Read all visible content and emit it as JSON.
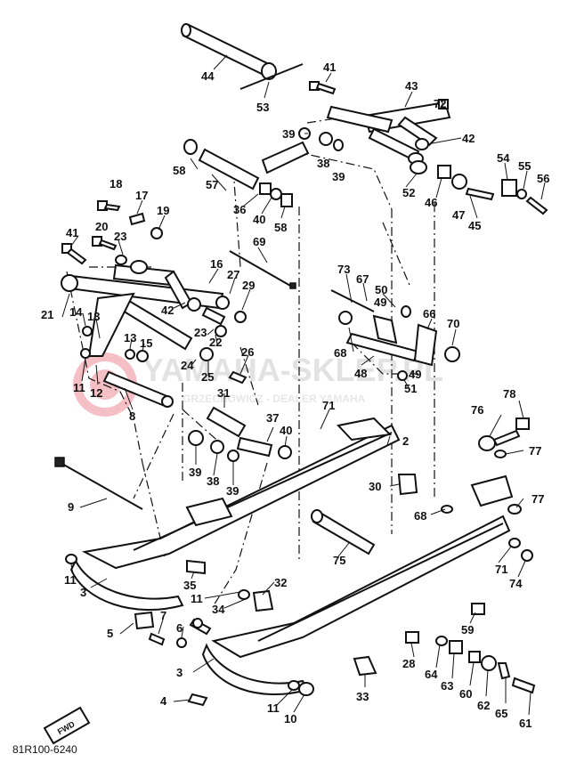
{
  "diagram": {
    "drawing_code": "81R100-6240",
    "watermark": {
      "brand": "YAMAHA-SKLEP.PL",
      "tagline": "GRZECHOWICZ - DEALER YAMAHA"
    },
    "find_badge": "FWD",
    "part_labels": [
      {
        "id": "44",
        "text": "44"
      },
      {
        "id": "53",
        "text": "53"
      },
      {
        "id": "41a",
        "text": "41"
      },
      {
        "id": "43",
        "text": "43"
      },
      {
        "id": "72",
        "text": "72"
      },
      {
        "id": "42a",
        "text": "42"
      },
      {
        "id": "39a",
        "text": "39"
      },
      {
        "id": "38a",
        "text": "38"
      },
      {
        "id": "39b",
        "text": "39"
      },
      {
        "id": "58a",
        "text": "58"
      },
      {
        "id": "57",
        "text": "57"
      },
      {
        "id": "36",
        "text": "36"
      },
      {
        "id": "40a",
        "text": "40"
      },
      {
        "id": "58b",
        "text": "58"
      },
      {
        "id": "52",
        "text": "52"
      },
      {
        "id": "46",
        "text": "46"
      },
      {
        "id": "47",
        "text": "47"
      },
      {
        "id": "45",
        "text": "45"
      },
      {
        "id": "54",
        "text": "54"
      },
      {
        "id": "55",
        "text": "55"
      },
      {
        "id": "56",
        "text": "56"
      },
      {
        "id": "18",
        "text": "18"
      },
      {
        "id": "17",
        "text": "17"
      },
      {
        "id": "19",
        "text": "19"
      },
      {
        "id": "20",
        "text": "20"
      },
      {
        "id": "23a",
        "text": "23"
      },
      {
        "id": "41b",
        "text": "41"
      },
      {
        "id": "69",
        "text": "69"
      },
      {
        "id": "16",
        "text": "16"
      },
      {
        "id": "27",
        "text": "27"
      },
      {
        "id": "29",
        "text": "29"
      },
      {
        "id": "73",
        "text": "73"
      },
      {
        "id": "67",
        "text": "67"
      },
      {
        "id": "50",
        "text": "50"
      },
      {
        "id": "49a",
        "text": "49"
      },
      {
        "id": "66",
        "text": "66"
      },
      {
        "id": "70",
        "text": "70"
      },
      {
        "id": "21",
        "text": "21"
      },
      {
        "id": "14",
        "text": "14"
      },
      {
        "id": "13a",
        "text": "13"
      },
      {
        "id": "42b",
        "text": "42"
      },
      {
        "id": "23b",
        "text": "23"
      },
      {
        "id": "22",
        "text": "22"
      },
      {
        "id": "26",
        "text": "26"
      },
      {
        "id": "68a",
        "text": "68"
      },
      {
        "id": "48",
        "text": "48"
      },
      {
        "id": "49b",
        "text": "49"
      },
      {
        "id": "51",
        "text": "51"
      },
      {
        "id": "13b",
        "text": "13"
      },
      {
        "id": "15",
        "text": "15"
      },
      {
        "id": "11a",
        "text": "11"
      },
      {
        "id": "12",
        "text": "12"
      },
      {
        "id": "24",
        "text": "24"
      },
      {
        "id": "25",
        "text": "25"
      },
      {
        "id": "8",
        "text": "8"
      },
      {
        "id": "31",
        "text": "31"
      },
      {
        "id": "71a",
        "text": "71"
      },
      {
        "id": "78",
        "text": "78"
      },
      {
        "id": "76",
        "text": "76"
      },
      {
        "id": "77a",
        "text": "77"
      },
      {
        "id": "37",
        "text": "37"
      },
      {
        "id": "40b",
        "text": "40"
      },
      {
        "id": "2",
        "text": "2"
      },
      {
        "id": "39c",
        "text": "39"
      },
      {
        "id": "38b",
        "text": "38"
      },
      {
        "id": "39d",
        "text": "39"
      },
      {
        "id": "9",
        "text": "9"
      },
      {
        "id": "30",
        "text": "30"
      },
      {
        "id": "77b",
        "text": "77"
      },
      {
        "id": "68b",
        "text": "68"
      },
      {
        "id": "75",
        "text": "75"
      },
      {
        "id": "11b",
        "text": "11"
      },
      {
        "id": "3a",
        "text": "3"
      },
      {
        "id": "35",
        "text": "35"
      },
      {
        "id": "32",
        "text": "32"
      },
      {
        "id": "11c",
        "text": "11"
      },
      {
        "id": "34",
        "text": "34"
      },
      {
        "id": "71b",
        "text": "71"
      },
      {
        "id": "74",
        "text": "74"
      },
      {
        "id": "59",
        "text": "59"
      },
      {
        "id": "5",
        "text": "5"
      },
      {
        "id": "7",
        "text": "7"
      },
      {
        "id": "6",
        "text": "6"
      },
      {
        "id": "28",
        "text": "28"
      },
      {
        "id": "64",
        "text": "64"
      },
      {
        "id": "63",
        "text": "63"
      },
      {
        "id": "60",
        "text": "60"
      },
      {
        "id": "62",
        "text": "62"
      },
      {
        "id": "3b",
        "text": "3"
      },
      {
        "id": "33",
        "text": "33"
      },
      {
        "id": "65",
        "text": "65"
      },
      {
        "id": "61",
        "text": "61"
      },
      {
        "id": "4",
        "text": "4"
      },
      {
        "id": "11d",
        "text": "11"
      },
      {
        "id": "10",
        "text": "10"
      }
    ]
  }
}
